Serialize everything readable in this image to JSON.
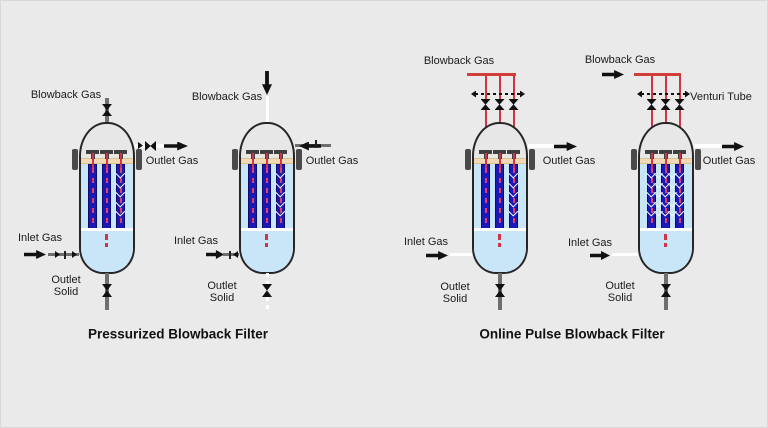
{
  "diagram": {
    "left_title": "Pressurized Blowback Filter",
    "right_title": "Online Pulse Blowback Filter"
  },
  "vessels": {
    "v1": {
      "blowback_gas": "Blowback Gas",
      "outlet_gas": "Outlet Gas",
      "inlet_gas": "Inlet Gas",
      "outlet_solid_line1": "Outlet",
      "outlet_solid_line2": "Solid"
    },
    "v2": {
      "blowback_gas": "Blowback Gas",
      "outlet_gas": "Outlet Gas",
      "inlet_gas": "Inlet Gas",
      "outlet_solid_line1": "Outlet",
      "outlet_solid_line2": "Solid"
    },
    "v3": {
      "blowback_gas": "Blowback Gas",
      "outlet_gas": "Outlet Gas",
      "inlet_gas": "Inlet Gas",
      "outlet_solid_line1": "Outlet",
      "outlet_solid_line2": "Solid"
    },
    "v4": {
      "blowback_gas": "Blowback Gas",
      "venturi_tube": "Venturi Tube",
      "outlet_gas": "Outlet Gas",
      "inlet_gas": "Inlet Gas",
      "outlet_solid_line1": "Outlet",
      "outlet_solid_line2": "Solid"
    }
  },
  "palette": {
    "background": "#eaeaea",
    "vessel_outline": "#262626",
    "vessel_fill": "#c9e6f8",
    "filter_candle": "#1c18b8",
    "tube_sheet": "#f0d9b4",
    "red_line": "#cf3545",
    "pipe_gray": "#6f6f6f",
    "metal_gray": "#4a4a4a",
    "flow_white": "#ffffff",
    "text": "#1a1a1a"
  }
}
